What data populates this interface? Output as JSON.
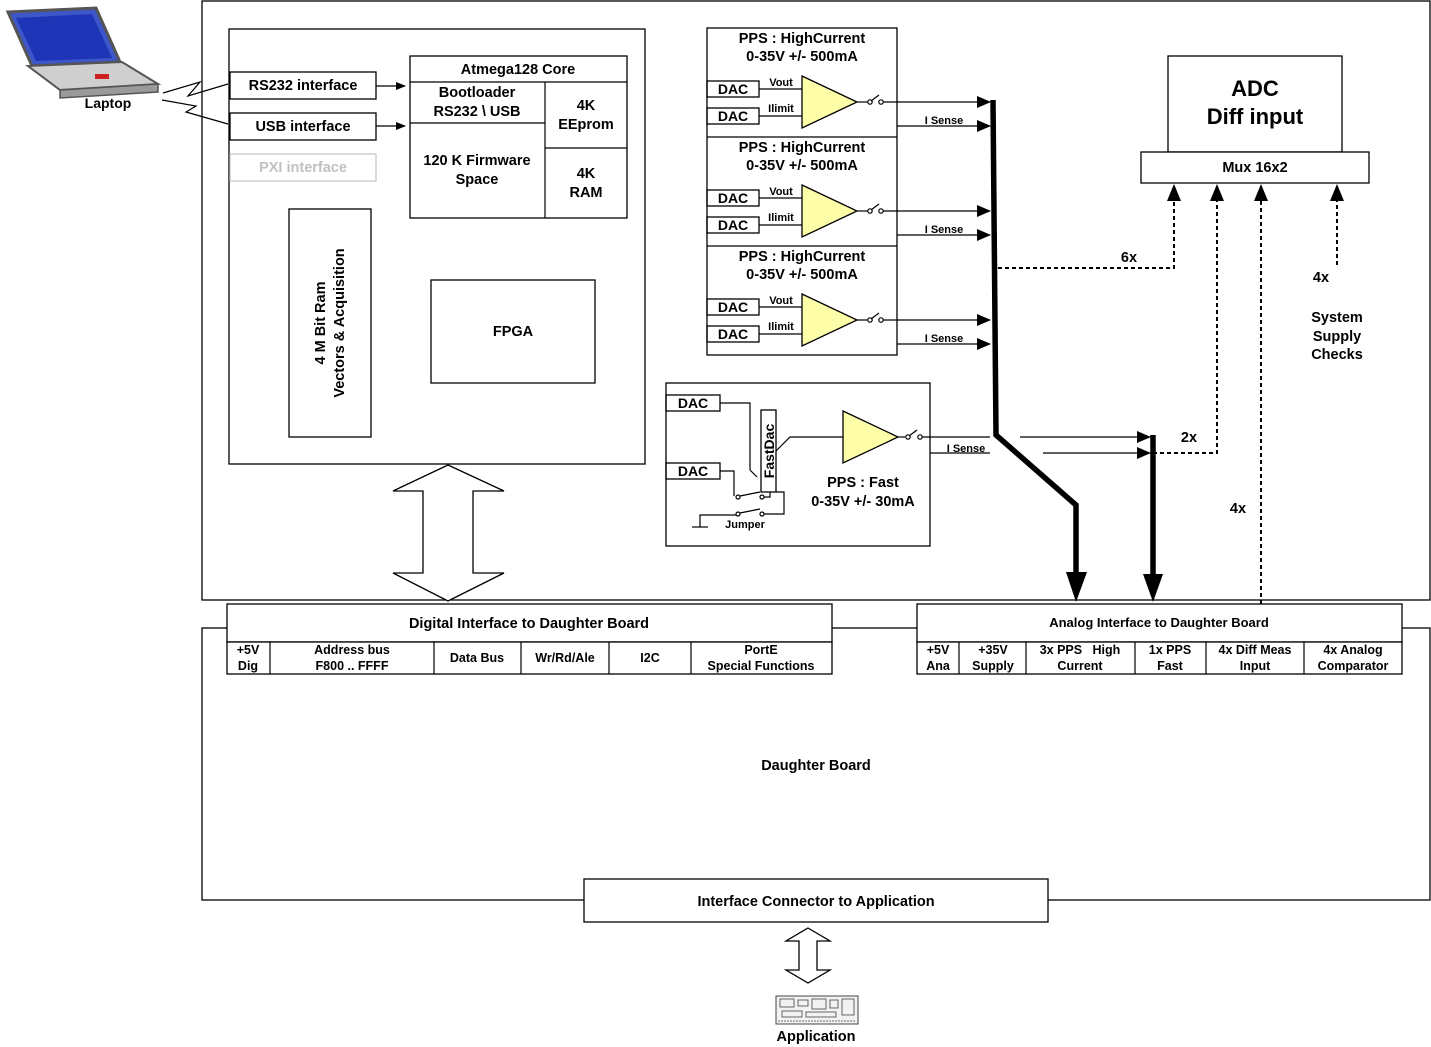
{
  "laptop": {
    "label": "Laptop"
  },
  "interfaces": {
    "rs232": "RS232 interface",
    "usb": "USB interface",
    "pxi": "PXI interface"
  },
  "core": {
    "title": "Atmega128 Core",
    "bootloader": [
      "Bootloader",
      "RS232 \\ USB"
    ],
    "firmware": [
      "120 K Firmware",
      "Space"
    ],
    "eeprom": [
      "4K",
      "EEprom"
    ],
    "ram": [
      "4K",
      "RAM"
    ]
  },
  "ram_block": [
    "4 M Bit Ram",
    "Vectors & Acquisition"
  ],
  "fpga": "FPGA",
  "pps_high": [
    {
      "title": "PPS : HighCurrent",
      "range": "0-35V +/- 500mA"
    },
    {
      "title": "PPS : HighCurrent",
      "range": "0-35V +/- 500mA"
    },
    {
      "title": "PPS : HighCurrent",
      "range": "0-35V +/- 500mA"
    }
  ],
  "amp_labels": {
    "dac": "DAC",
    "vout": "Vout",
    "ilimit": "Ilimit",
    "isense": "I Sense"
  },
  "pps_fast": {
    "title": "PPS : Fast",
    "range": "0-35V +/- 30mA",
    "fastdac": "FastDac",
    "jumper": "Jumper"
  },
  "adc": {
    "title": [
      "ADC",
      "Diff input"
    ],
    "mux": "Mux 16x2"
  },
  "counts": {
    "c6x": "6x",
    "c2x": "2x",
    "c4x_a": "4x",
    "c4x_b": "4x"
  },
  "system_supply": [
    "System",
    "Supply",
    "Checks"
  ],
  "digital_interface": {
    "title": "Digital Interface to Daughter Board",
    "cells": [
      [
        "+5V",
        "Dig"
      ],
      [
        "Address bus",
        "F800 .. FFFF"
      ],
      [
        "Data Bus"
      ],
      [
        "Wr/Rd/Ale"
      ],
      [
        "I2C"
      ],
      [
        "PortE",
        "Special Functions"
      ]
    ]
  },
  "analog_interface": {
    "title": "Analog Interface to Daughter Board",
    "cells": [
      [
        "+5V",
        "Ana"
      ],
      [
        "+35V",
        "Supply"
      ],
      [
        "3x PPS   High",
        "Current"
      ],
      [
        "1x PPS",
        "Fast"
      ],
      [
        "4x Diff Meas",
        "Input"
      ],
      [
        "4x Analog",
        "Comparator"
      ]
    ]
  },
  "daughter_board": "Daughter Board",
  "interface_connector": "Interface Connector to Application",
  "application": "Application"
}
